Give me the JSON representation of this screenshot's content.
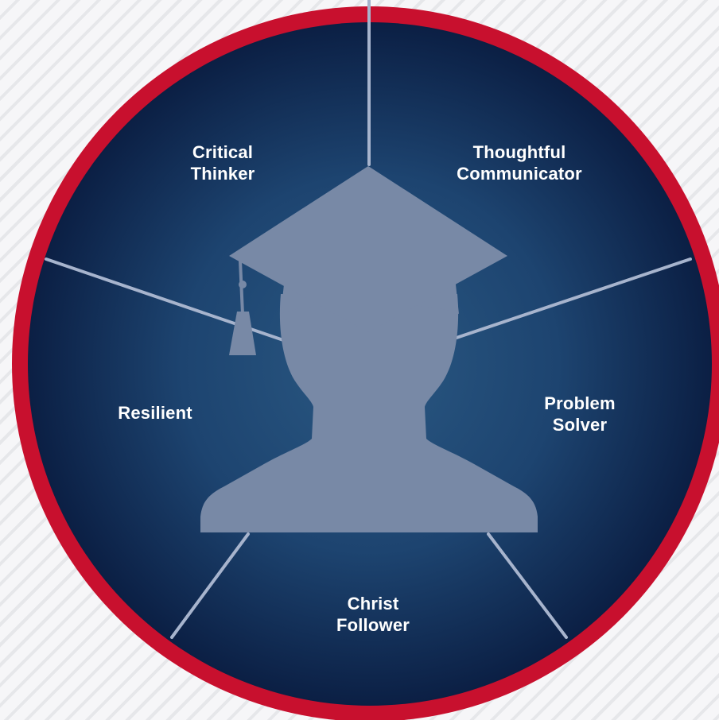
{
  "colors": {
    "ring": "#c8102e",
    "disc_inner": "#2a5882",
    "disc_outer": "#0b1f44",
    "spoke": "#a7b4cd",
    "silhouette": "#7889a6"
  },
  "figure": {
    "icon": "graduate-silhouette-icon"
  },
  "segments": [
    {
      "line1": "Critical",
      "line2": "Thinker"
    },
    {
      "line1": "Thoughtful",
      "line2": "Communicator"
    },
    {
      "line1": "Problem",
      "line2": "Solver"
    },
    {
      "line1": "Christ",
      "line2": "Follower"
    },
    {
      "line1": "Resilient",
      "line2": ""
    }
  ]
}
